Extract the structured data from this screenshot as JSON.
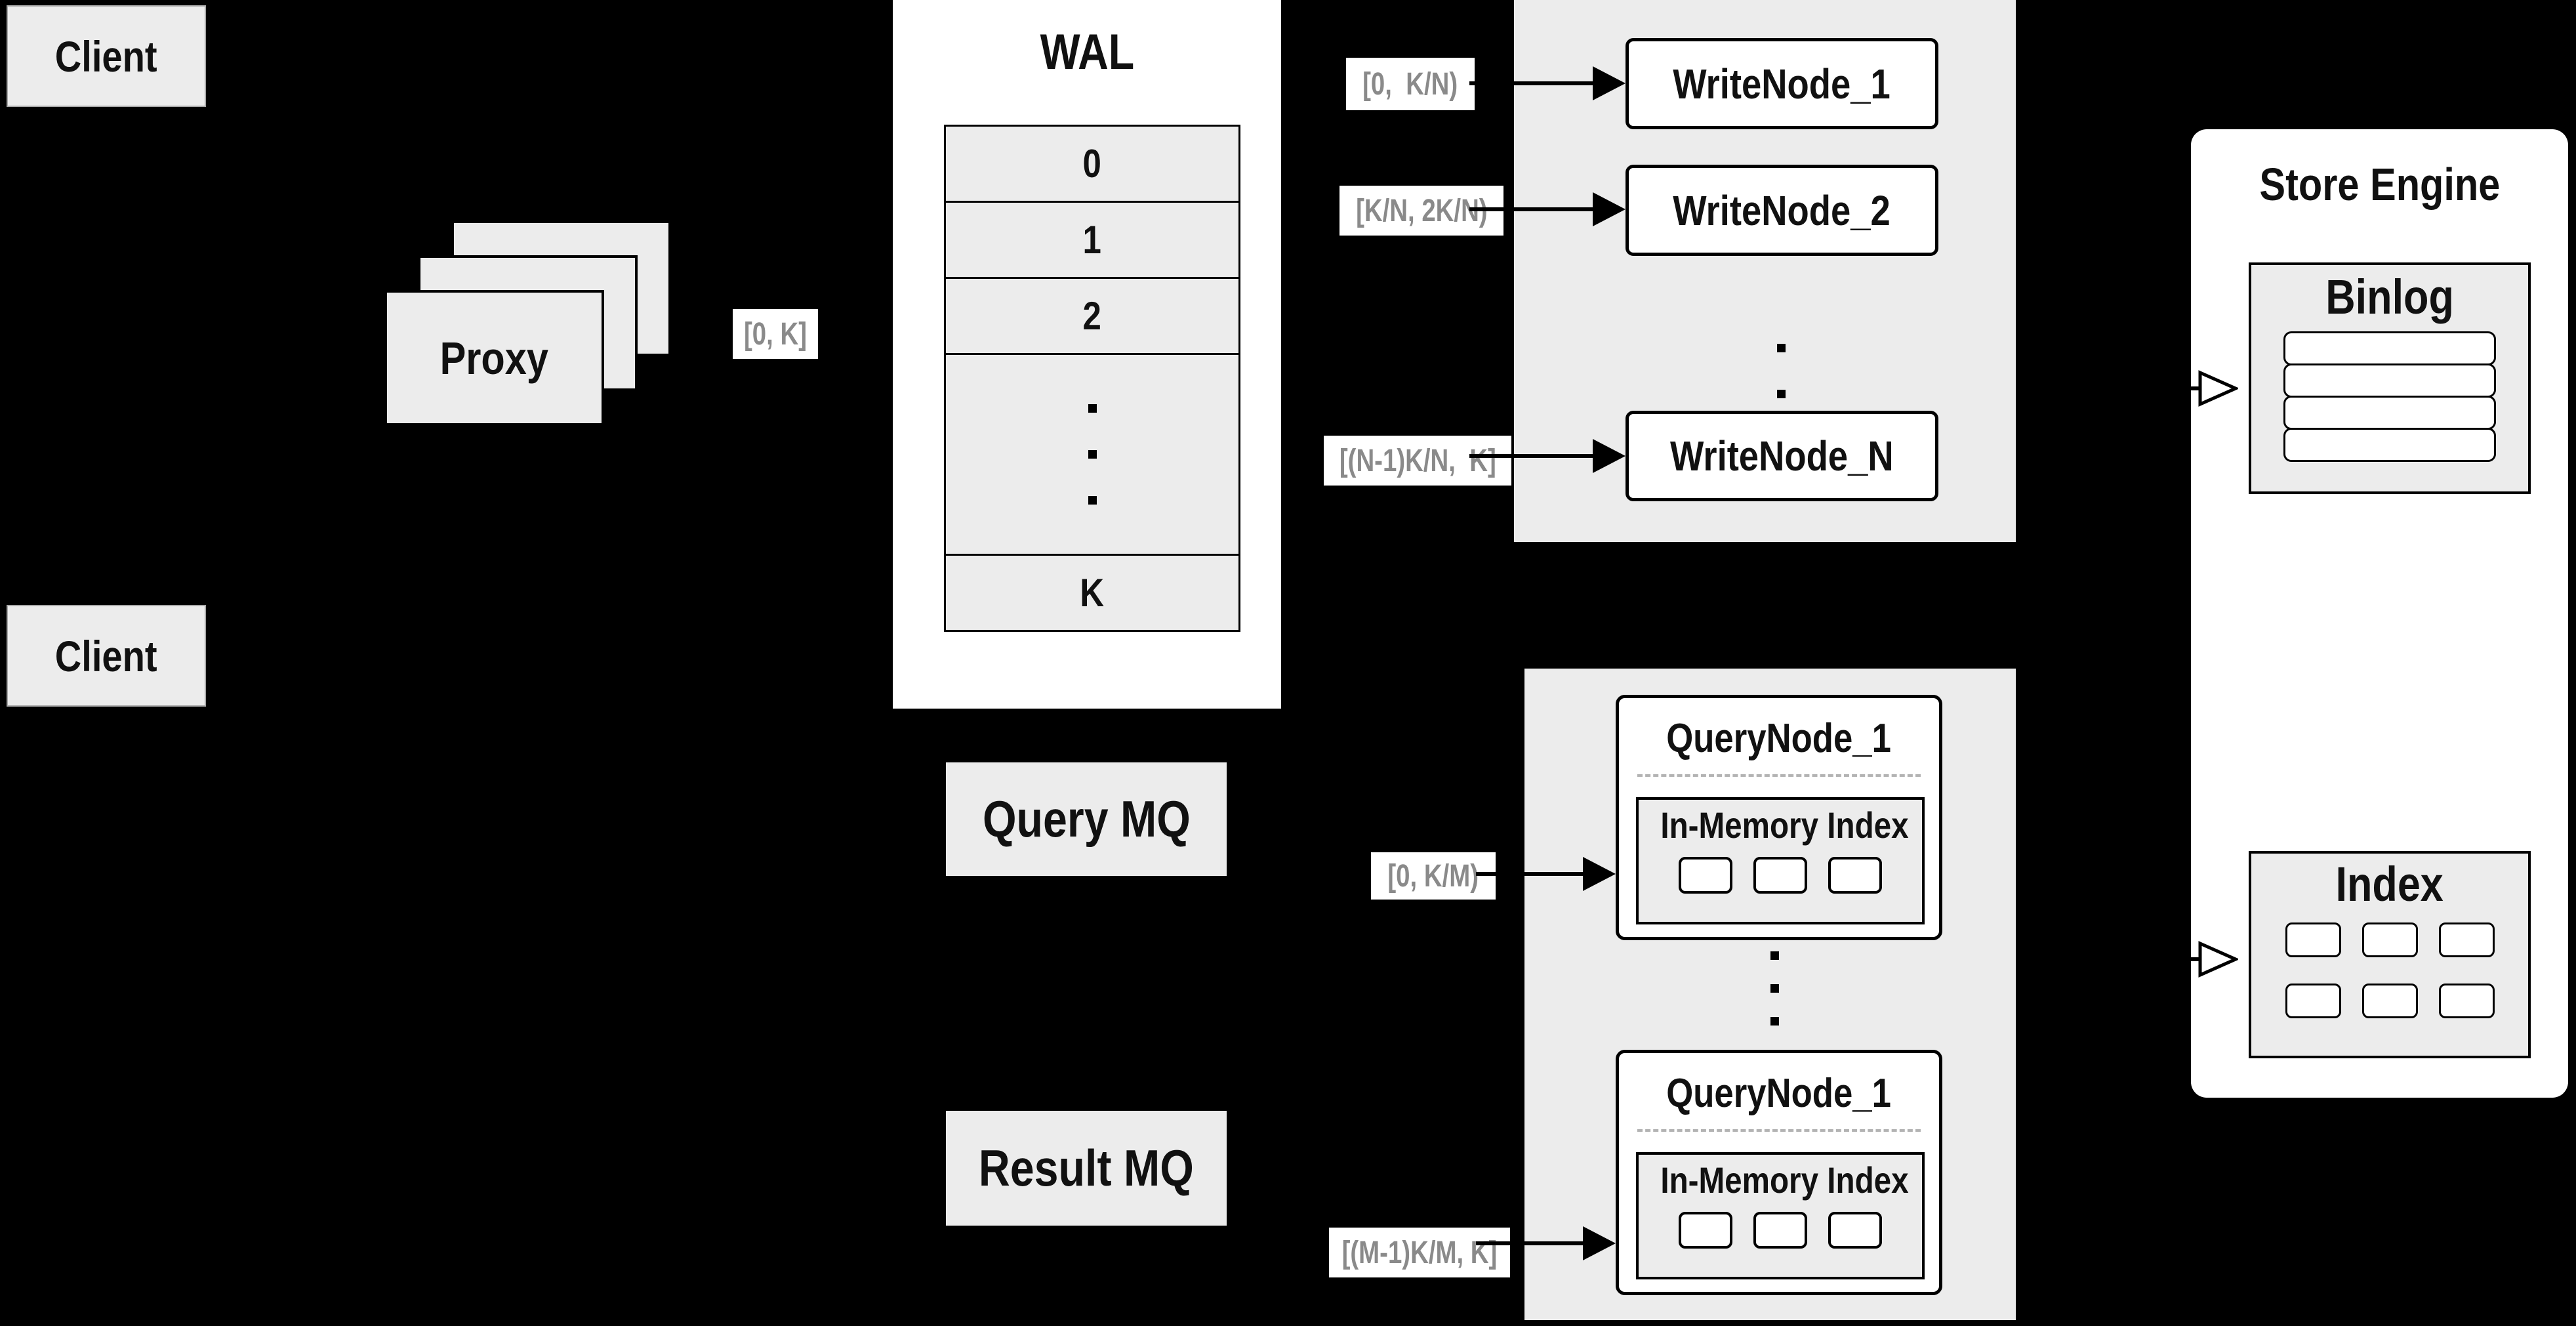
{
  "colors": {
    "background": "#000000",
    "panel-gray": "#ececec",
    "white": "#ffffff",
    "border-black": "#000000",
    "label-text-gray": "#8a8a8a",
    "dash-gray": "#b3b3b3"
  },
  "clients": {
    "top_label": "Client",
    "bottom_label": "Client"
  },
  "proxy": {
    "label": "Proxy",
    "output_range": "[0, K]"
  },
  "wal": {
    "title": "WAL",
    "segments": [
      "0",
      "1",
      "2"
    ],
    "last_segment": "K"
  },
  "write_cluster": {
    "nodes": [
      {
        "label": "WriteNode_1",
        "range": "[0,  K/N)"
      },
      {
        "label": "WriteNode_2",
        "range": "[K/N, 2K/N)"
      },
      {
        "label": "WriteNode_N",
        "range": "[(N-1)K/N,  K]"
      }
    ]
  },
  "mq": {
    "query_label": "Query MQ",
    "result_label": "Result MQ"
  },
  "query_cluster": {
    "nodes": [
      {
        "title": "QueryNode_1",
        "inner_title": "In-Memory Index",
        "range": "[0, K/M)"
      },
      {
        "title": "QueryNode_1",
        "inner_title": "In-Memory Index",
        "range": "[(M-1)K/M, K]"
      }
    ]
  },
  "store_engine": {
    "title": "Store Engine",
    "binlog_title": "Binlog",
    "index_title": "Index"
  }
}
